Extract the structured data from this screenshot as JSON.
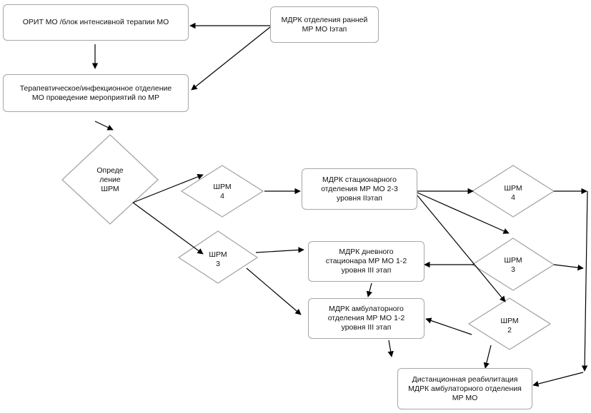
{
  "nodes": {
    "orit": {
      "label": "ОРИТ МО /блок интенсивной терапии МО"
    },
    "mdrk_early": {
      "label": "МДРК отделения ранней\nМР МО Iэтап"
    },
    "therapeutic": {
      "label": "Терапевтическое/инфекционное отделение\nМО проведение мероприятий по МР"
    },
    "shrm_def": {
      "label": "Опреде\nление\nШРМ"
    },
    "shrm4_left": {
      "label": "ШРМ\n4"
    },
    "shrm3_left": {
      "label": "ШРМ\n3"
    },
    "mdrk_stationary": {
      "label": "МДРК  стационарного\nотделения МР МО 2-3\nуровня  IIэтап"
    },
    "mdrk_day": {
      "label": "МДРК дневного\nстационара МР МО 1-2\nуровня  III этап"
    },
    "mdrk_ambulatory": {
      "label": "МДРК амбулаторного\nотделения  МР МО 1-2\nуровня III  этап"
    },
    "shrm4_right": {
      "label": "ШРМ\n4"
    },
    "shrm3_right": {
      "label": "ШРМ\n3"
    },
    "shrm2_right": {
      "label": "ШРМ\n2"
    },
    "remote": {
      "label": "Дистанционная реабилитация\nМДРК амбулаторного отделения\nМР МО"
    }
  },
  "colors": {
    "border": "#a6a6a6",
    "arrow": "#000000",
    "text": "#111111"
  }
}
